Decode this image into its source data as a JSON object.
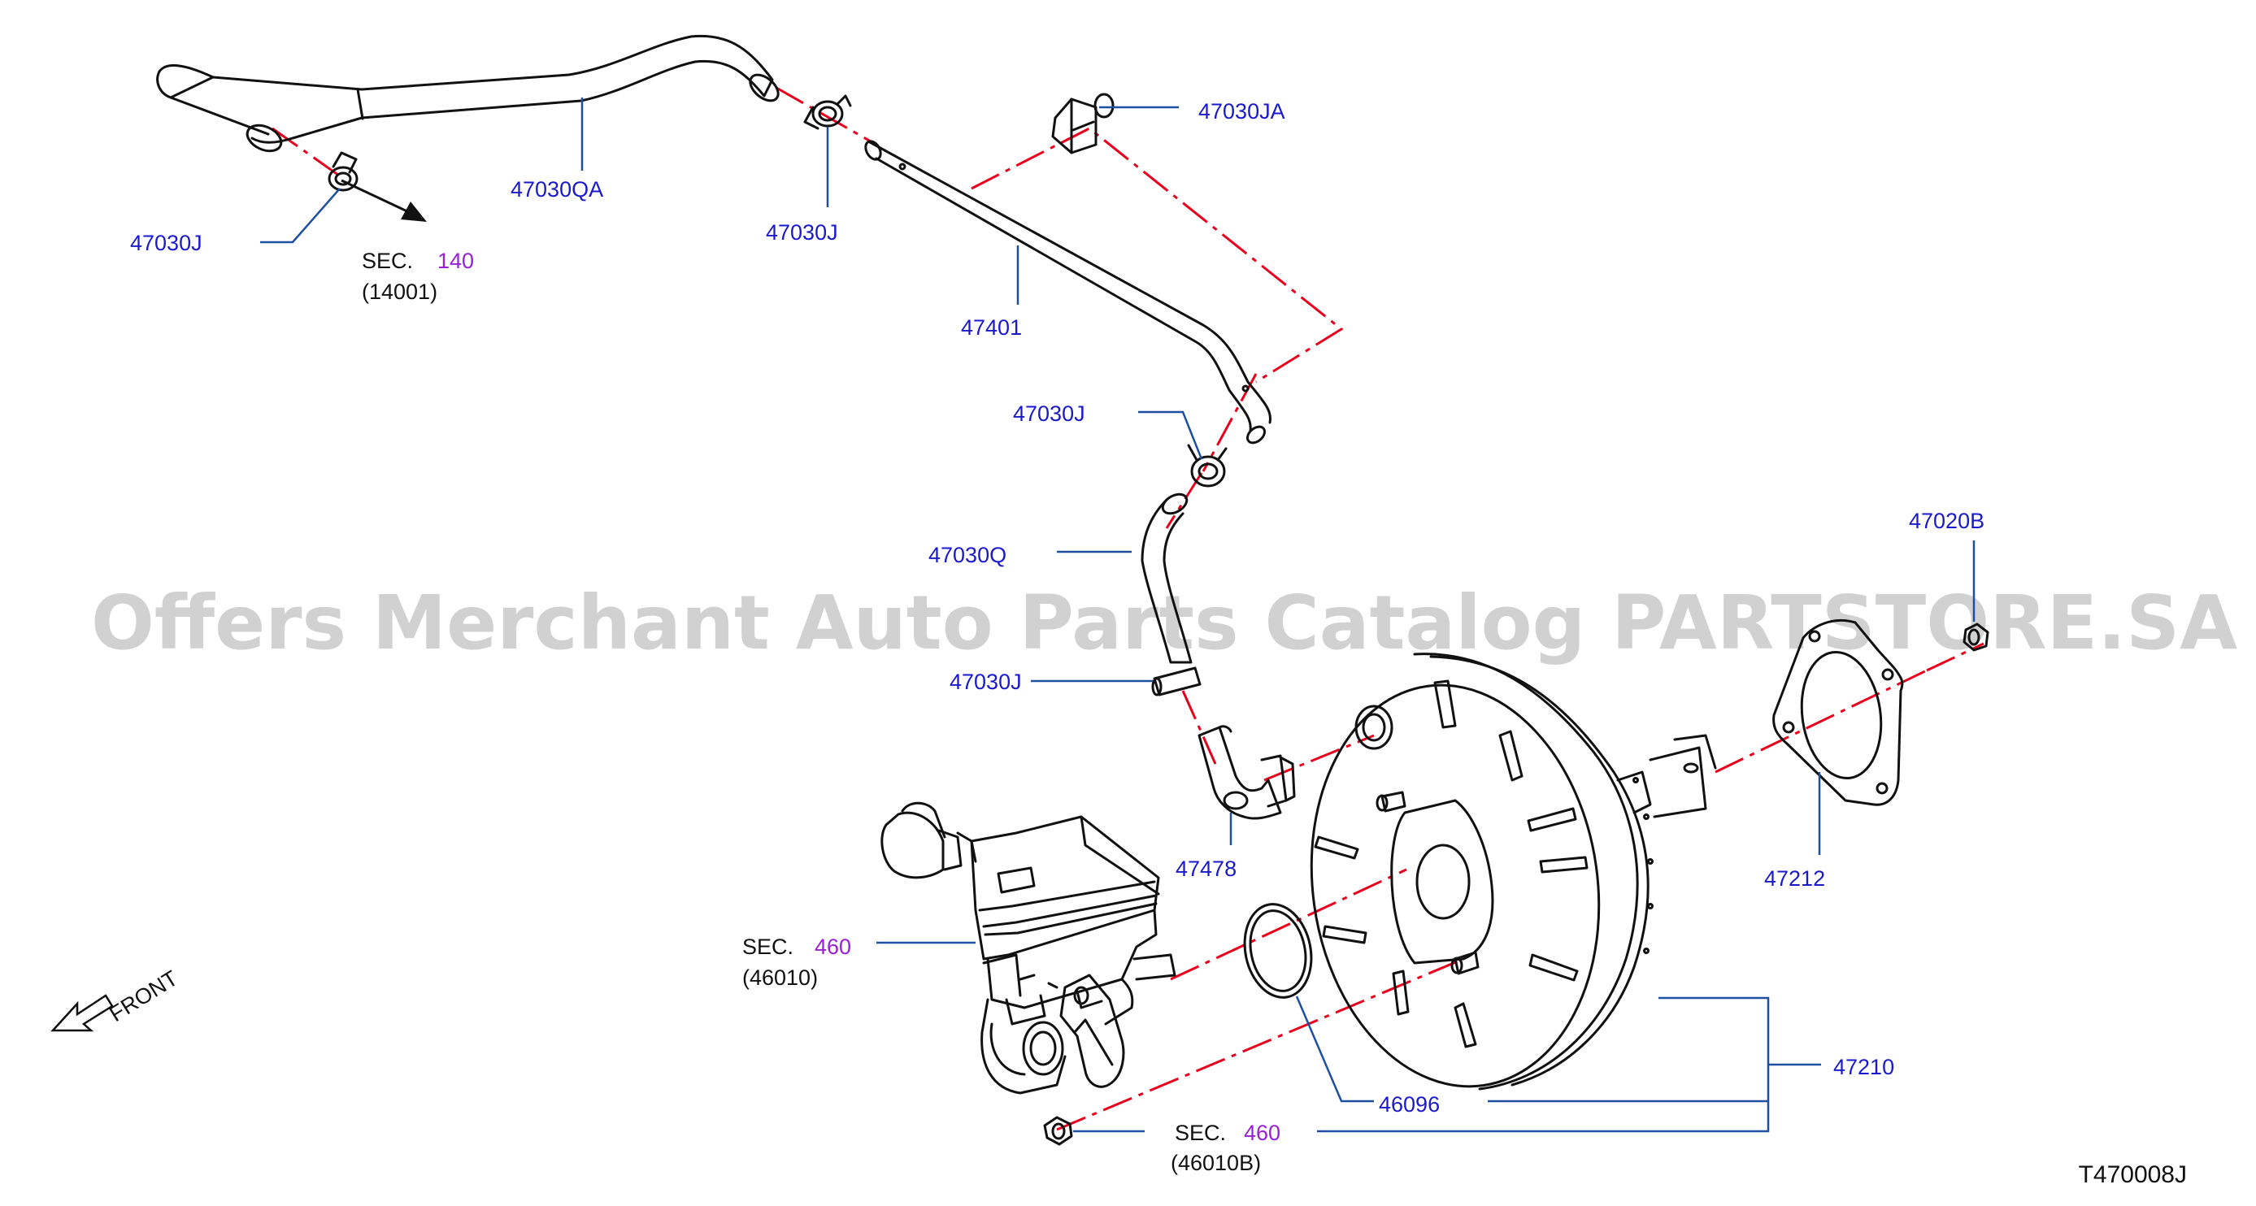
{
  "colors": {
    "part_number": "#1a1acc",
    "section_number": "#9a1fd6",
    "leader_line": "#1f4fa0",
    "center_line": "#e8001c",
    "outline": "#111111"
  },
  "watermark": "Offers Merchant Auto Parts Catalog PARTSTORE.SA",
  "diagram_id": "T470008J",
  "front_label": "FRONT",
  "front_icon": "front-arrow-icon",
  "callouts": {
    "p47030J_a": "47030J",
    "p47030QA": "47030QA",
    "p47030J_b": "47030J",
    "p47030JA": "47030JA",
    "p47401": "47401",
    "p47030J_c": "47030J",
    "p47030Q": "47030Q",
    "p47030J_d": "47030J",
    "p47478": "47478",
    "p47020B": "47020B",
    "p47212": "47212",
    "p47210": "47210",
    "p46096": "46096"
  },
  "sections": {
    "sec140": {
      "prefix": "SEC.",
      "number": "140",
      "sub": "(14001)"
    },
    "sec460a": {
      "prefix": "SEC.",
      "number": "460",
      "sub": "(46010)"
    },
    "sec460b": {
      "prefix": "SEC.",
      "number": "460",
      "sub": "(46010B)"
    }
  }
}
